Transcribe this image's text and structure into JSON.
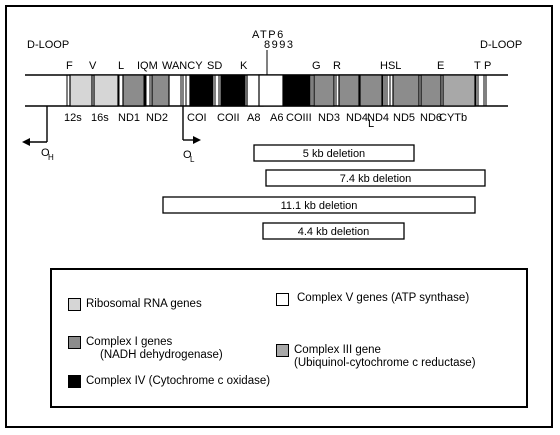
{
  "top_labels": {
    "left_loop": "D-LOOP",
    "right_loop": "D-LOOP",
    "atp_label": "ATP6",
    "atp_position": "8993"
  },
  "origins": {
    "heavy": "O",
    "heavy_sub": "H",
    "light": "O",
    "light_sub": "L"
  },
  "colors": {
    "ribosomal": "#d6d6d6",
    "complex_i": "#8c8c8c",
    "complex_iii": "#a8a8a8",
    "complex_iv": "#000000",
    "complex_v": "#ffffff"
  },
  "genes": [
    {
      "label": "12s",
      "type": "ribosomal"
    },
    {
      "label": "16s",
      "type": "ribosomal"
    },
    {
      "label": "ND1",
      "type": "complex_i"
    },
    {
      "label": "ND2",
      "type": "complex_i"
    },
    {
      "label": "COI",
      "type": "complex_iv"
    },
    {
      "label": "COII",
      "type": "complex_iv"
    },
    {
      "label": "A8",
      "type": "complex_v"
    },
    {
      "label": "A6",
      "type": "complex_v"
    },
    {
      "label": "COIII",
      "type": "complex_iv"
    },
    {
      "label": "ND3",
      "type": "complex_i"
    },
    {
      "label": "ND4L",
      "type": "complex_i"
    },
    {
      "label": "ND4",
      "type": "complex_i"
    },
    {
      "label": "ND5",
      "type": "complex_i"
    },
    {
      "label": "ND6",
      "type": "complex_i"
    },
    {
      "label": "CYTb",
      "type": "complex_iii"
    }
  ],
  "trna_labels": [
    "F",
    "V",
    "L",
    "IQM",
    "WANCY",
    "SD",
    "K",
    "G",
    "R",
    "HSL",
    "E",
    "T",
    "P"
  ],
  "deletions": [
    {
      "label": "5 kb deletion"
    },
    {
      "label": "7.4 kb deletion"
    },
    {
      "label": "11.1 kb deletion"
    },
    {
      "label": "4.4 kb deletion"
    }
  ],
  "legend": {
    "ribosomal": "Ribosomal RNA genes",
    "complex_v_line1": "Complex V genes (ATP synthase)",
    "complex_i_line1": "Complex I genes",
    "complex_i_line2": "(NADH dehydrogenase)",
    "complex_iii_line1": "Complex III gene",
    "complex_iii_line2": "(Ubiquinol-cytochrome c reductase)",
    "complex_iv": "Complex IV (Cytochrome c oxidase)"
  }
}
